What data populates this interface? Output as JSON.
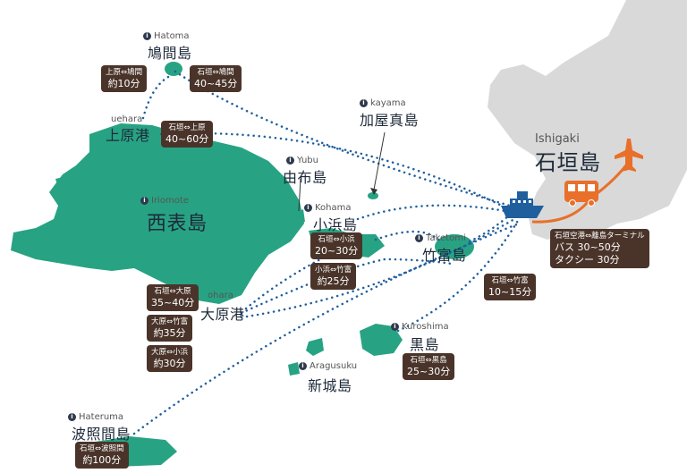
{
  "colors": {
    "island": "#27a383",
    "ishigaki_land": "#d9d9d9",
    "ferry_route": "#1f5f9e",
    "land_route": "#e8702a",
    "box_bg": "#4a342a"
  },
  "icons": [
    "info-icon",
    "ferry-icon",
    "bus-icon",
    "airplane-icon"
  ],
  "islands": {
    "hatoma": {
      "romaji": "Hatoma",
      "name": "鳩間島"
    },
    "iriomote": {
      "romaji": "Iriomote",
      "name": "西表島"
    },
    "uehara": {
      "romaji": "uehara",
      "name": "上原港"
    },
    "ohara": {
      "romaji": "ohara",
      "name": "大原港"
    },
    "yubu": {
      "romaji": "Yubu",
      "name": "由布島"
    },
    "kayama": {
      "romaji": "kayama",
      "name": "加屋真島"
    },
    "kohama": {
      "romaji": "Kohama",
      "name": "小浜島"
    },
    "taketomi": {
      "romaji": "Taketomi",
      "name": "竹富島"
    },
    "kuroshima": {
      "romaji": "Kuroshima",
      "name": "黒島"
    },
    "aragusuku": {
      "romaji": "Aragusuku",
      "name": "新城島"
    },
    "hateruma": {
      "romaji": "Hateruma",
      "name": "波照間島"
    },
    "ishigaki": {
      "romaji": "Ishigaki",
      "name": "石垣島"
    }
  },
  "routes": {
    "uehara_hatoma": {
      "route": "上原⇔鳩間",
      "time": "約10分"
    },
    "ishigaki_hatoma": {
      "route": "石垣⇔鳩間",
      "time": "40~45分"
    },
    "ishigaki_uehara": {
      "route": "石垣⇔上原",
      "time": "40~60分"
    },
    "ishigaki_kohama": {
      "route": "石垣⇔小浜",
      "time": "20~30分"
    },
    "kohama_taketomi": {
      "route": "小浜⇔竹富",
      "time": "約25分"
    },
    "ishigaki_taketomi": {
      "route": "石垣⇔竹富",
      "time": "10~15分"
    },
    "ishigaki_ohara": {
      "route": "石垣⇔大原",
      "time": "35~40分"
    },
    "ohara_taketomi": {
      "route": "大原⇔竹富",
      "time": "約35分"
    },
    "ohara_kohama": {
      "route": "大原⇔小浜",
      "time": "約30分"
    },
    "ishigaki_kuroshima": {
      "route": "石垣⇔黒島",
      "time": "25~30分"
    },
    "ishigaki_hateruma": {
      "route": "石垣⇔波照間",
      "time": "約100分"
    }
  },
  "airport_access": {
    "route": "石垣空港⇔離島ターミナル",
    "bus": "バス 30~50分",
    "taxi": "タクシー 30分"
  }
}
